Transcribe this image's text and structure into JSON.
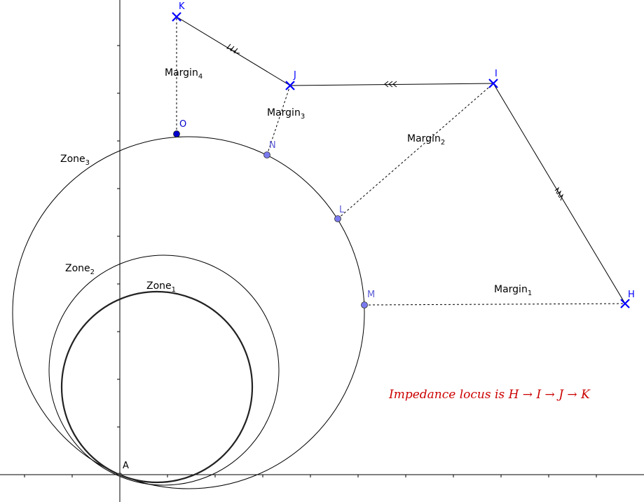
{
  "points": {
    "A": "A",
    "H": "H",
    "I": "I",
    "J": "J",
    "K": "K",
    "L": "L",
    "M": "M",
    "N": "N",
    "O": "O"
  },
  "zones": {
    "zone1": {
      "base": "Zone",
      "sub": "1"
    },
    "zone2": {
      "base": "Zone",
      "sub": "2"
    },
    "zone3": {
      "base": "Zone",
      "sub": "3"
    }
  },
  "margins": {
    "margin1": {
      "base": "Margin",
      "sub": "1"
    },
    "margin2": {
      "base": "Margin",
      "sub": "2"
    },
    "margin3": {
      "base": "Margin",
      "sub": "3"
    },
    "margin4": {
      "base": "Margin",
      "sub": "4"
    }
  },
  "caption": "Impedance locus is H → I → J → K",
  "colors": {
    "cross_marker": "#0000ff",
    "point_fill": "#7b7bf0",
    "point_O_fill": "#0000cc",
    "point_label": "#5b5bd6",
    "caption": "#cc0000"
  }
}
